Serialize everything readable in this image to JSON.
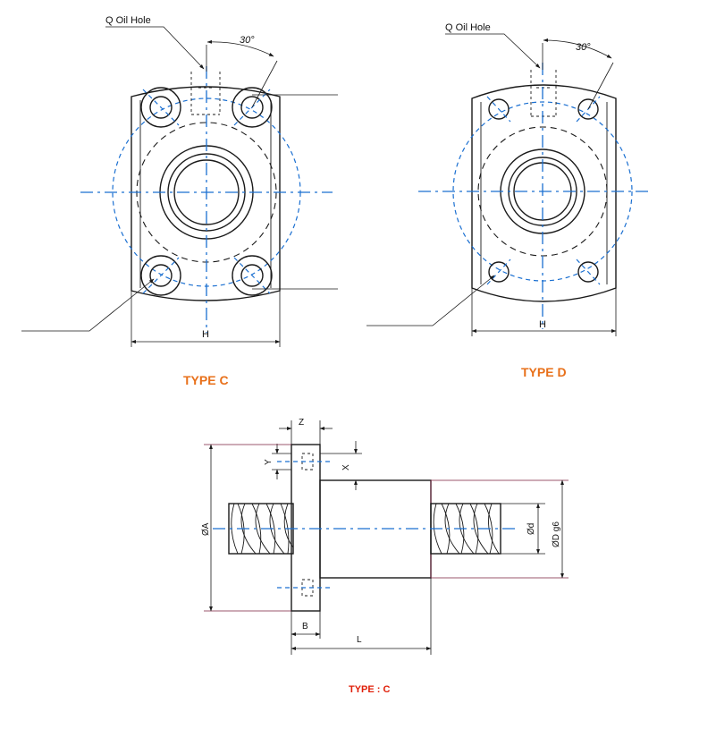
{
  "colors": {
    "outline": "#1a1a1a",
    "centerline": "#1a6fd1",
    "type_label": "#e8701a",
    "type_label_bottom": "#e0200a",
    "extension_line": "#7a1f3d"
  },
  "view_c": {
    "oil_hole_label": "Q Oil Hole",
    "angle_label": "30°",
    "width_label": "H",
    "type_label": "TYPE C"
  },
  "view_d": {
    "oil_hole_label": "Q Oil Hole",
    "angle_label": "30°",
    "width_label": "H",
    "type_label": "TYPE D"
  },
  "side_view": {
    "z_label": "Z",
    "y_label": "Y",
    "x_label": "X",
    "a_label": "ØA",
    "d_label": "Ød",
    "dg6_label": "ØD g6",
    "b_label": "B",
    "l_label": "L",
    "type_label": "TYPE : C"
  }
}
